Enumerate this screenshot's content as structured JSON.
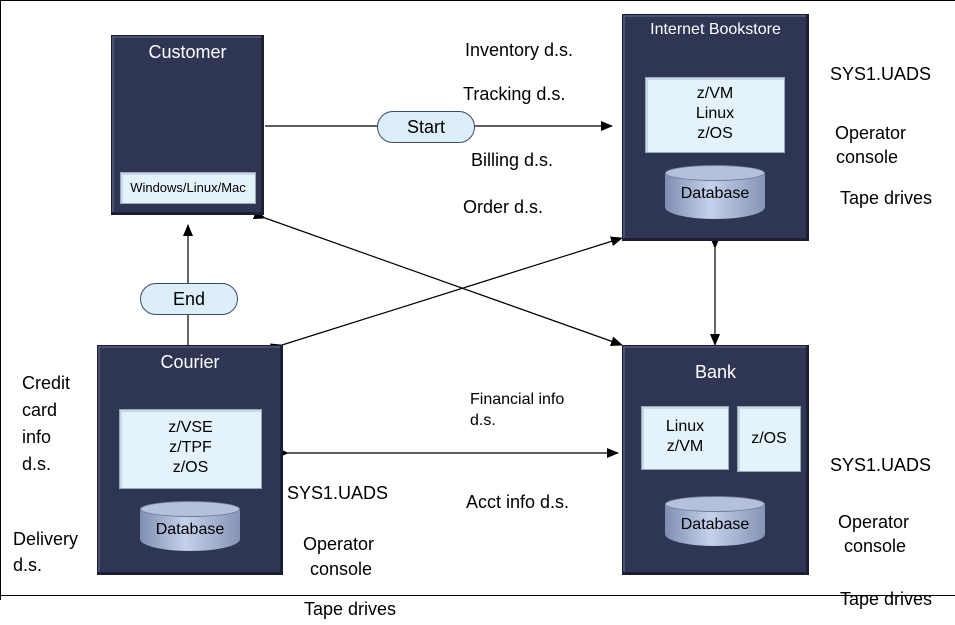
{
  "nodes": {
    "customer": {
      "title": "Customer",
      "os": "Windows/Linux/Mac"
    },
    "bookstore": {
      "title": "Internet Bookstore",
      "os": [
        "z/VM",
        "Linux",
        "z/OS"
      ],
      "db": "Database"
    },
    "courier": {
      "title": "Courier",
      "os": [
        "z/VSE",
        "z/TPF",
        "z/OS"
      ],
      "db": "Database"
    },
    "bank": {
      "title": "Bank",
      "os_left": [
        "Linux",
        "z/VM"
      ],
      "os_right": "z/OS",
      "db": "Database"
    }
  },
  "pills": {
    "start": "Start",
    "end": "End"
  },
  "bookstore_datasets": [
    "Inventory d.s.",
    "Tracking d.s.",
    "Billing d.s.",
    "Order d.s."
  ],
  "bookstore_resources": [
    "SYS1.UADS",
    "Operator",
    "console",
    "Tape drives"
  ],
  "courier_datasets": {
    "credit": [
      "Credit",
      "card",
      "info",
      "d.s."
    ],
    "delivery": [
      "Delivery",
      "d.s."
    ]
  },
  "courier_resources": [
    "SYS1.UADS",
    "Operator",
    "console",
    "Tape drives"
  ],
  "bank_datasets": {
    "financial": [
      "Financial info",
      "d.s."
    ],
    "acct": "Acct info d.s."
  },
  "bank_resources": [
    "SYS1.UADS",
    "Operator",
    "console",
    "Tape drives"
  ],
  "colors": {
    "node_fill": "#2f3653",
    "os_box_fill": "#e4f2fb",
    "pill_fill": "#dbeefa",
    "line": "#000000"
  }
}
